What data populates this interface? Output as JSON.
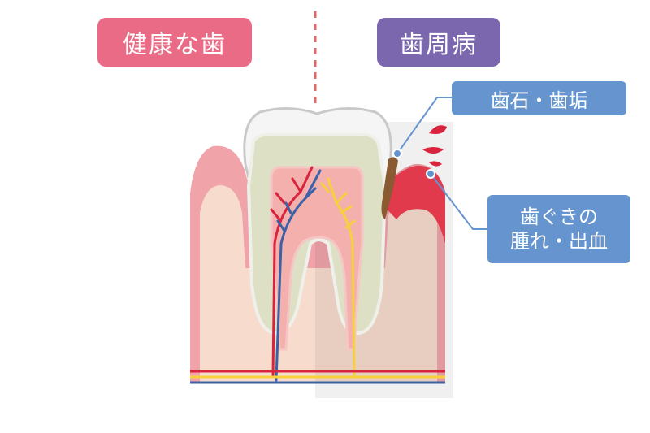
{
  "labels": {
    "healthy": "健康な歯",
    "periodontal": "歯周病",
    "tartar_plaque": "歯石・歯垢",
    "gum_line1": "歯ぐきの",
    "gum_line2": "腫れ・出血"
  },
  "colors": {
    "healthy_tag": "#e96b85",
    "periodontal_tag": "#7a67ad",
    "callout_blue": "#6594cf",
    "gum": "#f0a4aa",
    "gum_inflamed": "#e23a4d",
    "bone": "#f6d8c8",
    "dentin": "#dde0c4",
    "enamel": "#f4f4f4",
    "pulp": "#f3b0ad",
    "artery": "#d8243c",
    "vein": "#3b62a8",
    "nerve": "#f7d13c",
    "tartar": "#8a5a32",
    "divider": "#e06a6a"
  }
}
